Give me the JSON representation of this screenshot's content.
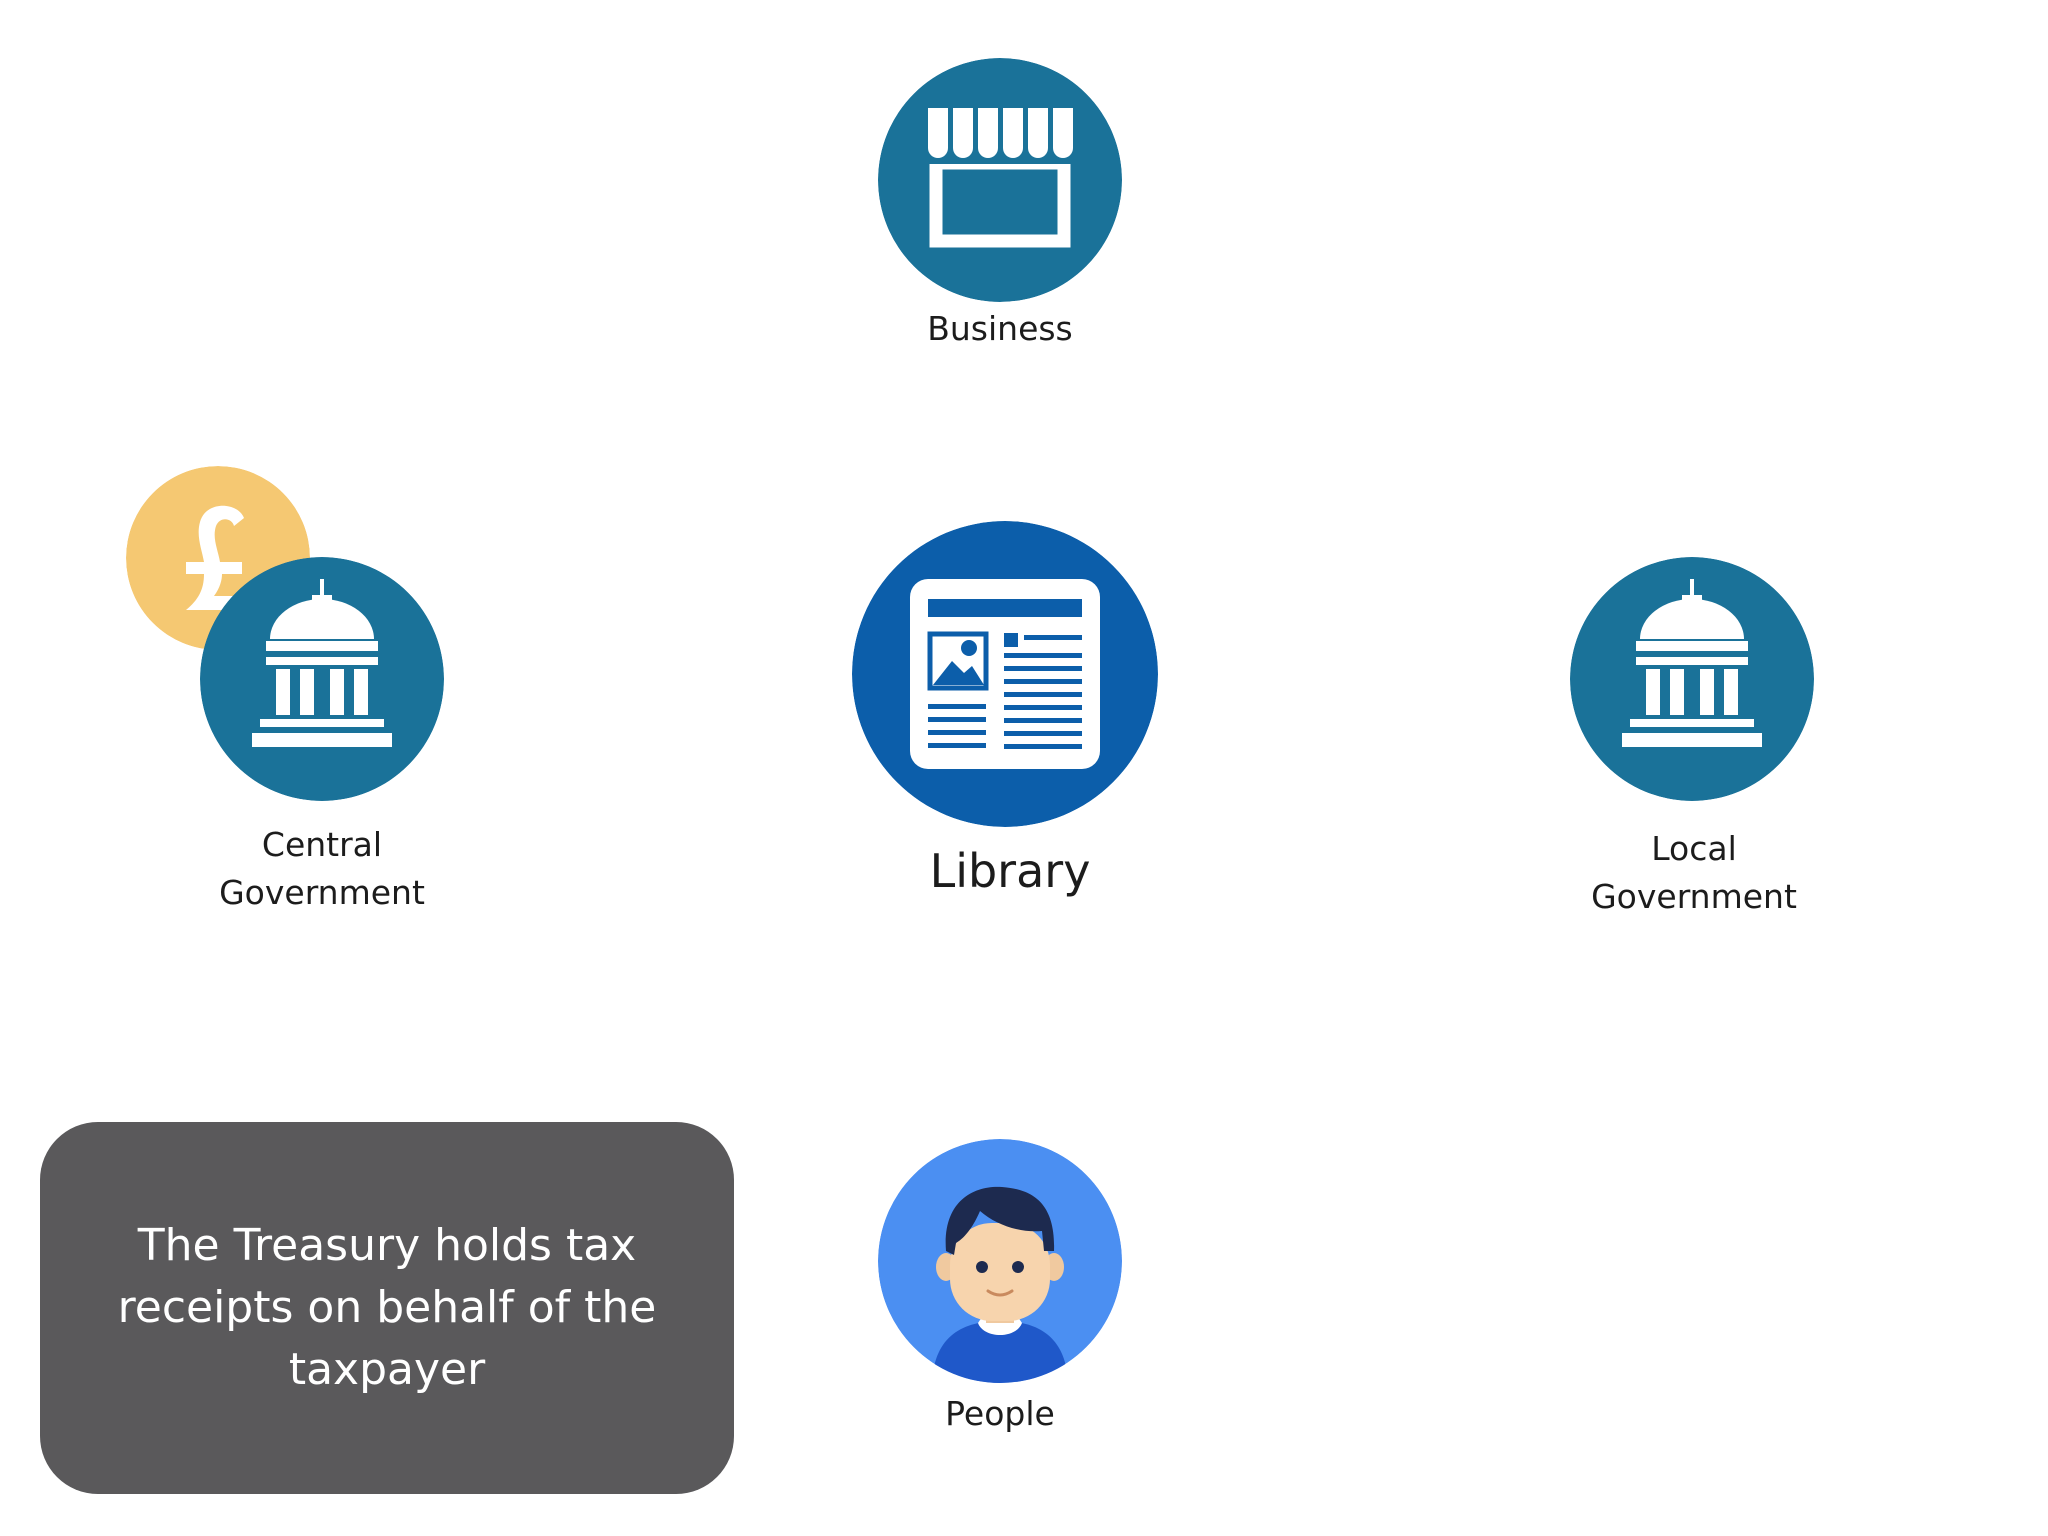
{
  "nodes": {
    "business": {
      "label": "Business",
      "icon": "shop-awning-icon"
    },
    "library": {
      "label": "Library",
      "icon": "newspaper-icon"
    },
    "central_government": {
      "label_line1": "Central",
      "label_line2": "Government",
      "icon": "government-building-icon",
      "badge_icon": "pound-coin-icon"
    },
    "local_government": {
      "label_line1": "Local",
      "label_line2": "Government",
      "icon": "government-building-icon"
    },
    "people": {
      "label": "People",
      "icon": "person-avatar-icon"
    }
  },
  "callout": {
    "text": "The Treasury holds tax receipts on behalf of the taxpayer"
  },
  "colors": {
    "teal_blue": "#1a7299",
    "library_blue": "#0c5eaa",
    "people_blue": "#4b8ff2",
    "pound_gold": "#f5c872",
    "callout_grey": "#5a595b",
    "white": "#ffffff"
  }
}
